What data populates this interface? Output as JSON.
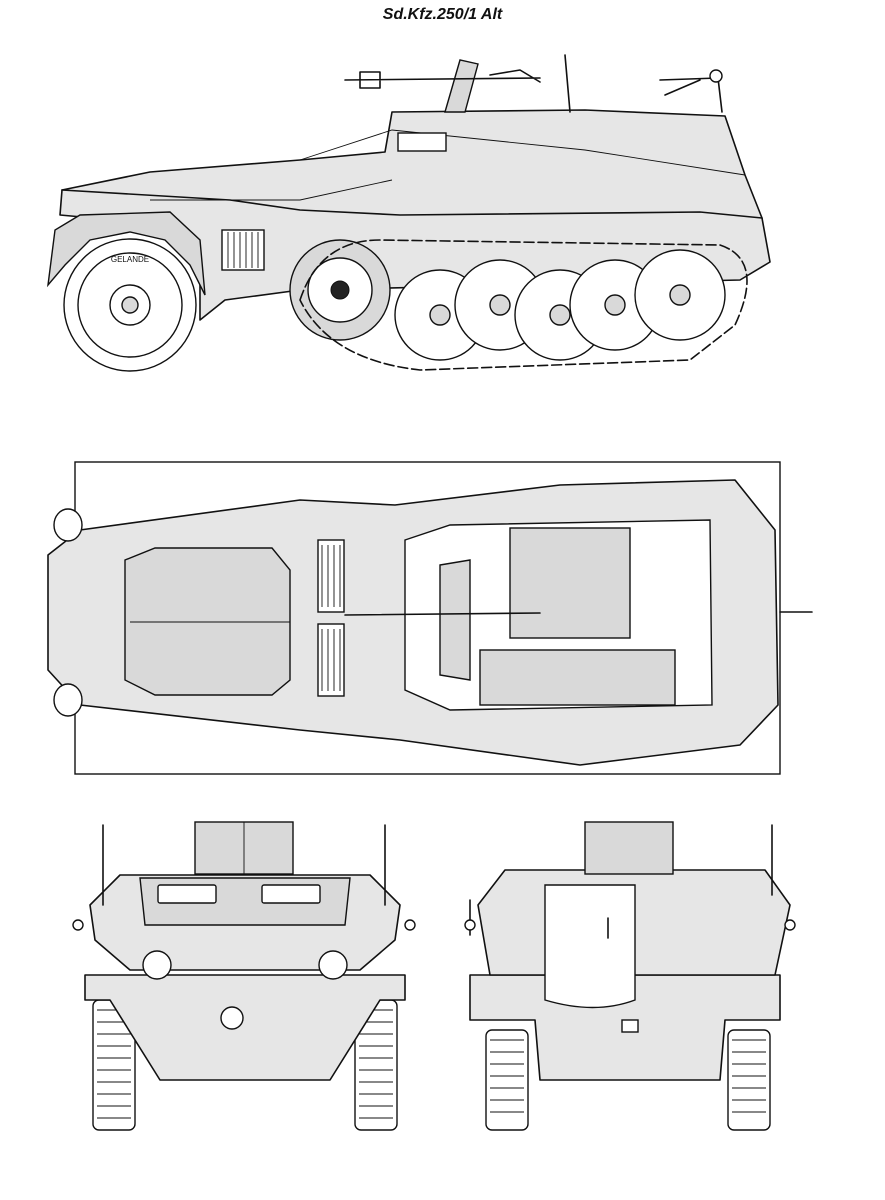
{
  "title": "Sd.Kfz.250/1 Alt",
  "tire_marking": "GELANDE",
  "colors": {
    "ink": "#111111",
    "armor": "#e6e6e6",
    "paper": "#ffffff"
  },
  "views": [
    {
      "id": "side-view"
    },
    {
      "id": "top-view"
    },
    {
      "id": "front-view"
    },
    {
      "id": "rear-view"
    }
  ]
}
